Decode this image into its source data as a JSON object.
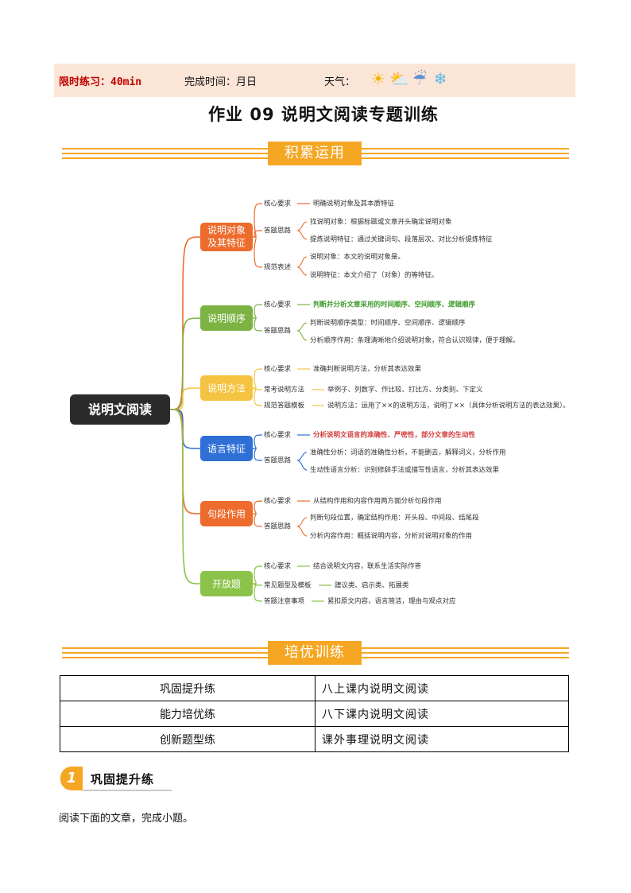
{
  "header": {
    "limit_text": "限时练习：40min",
    "done_text": "完成时间：月日",
    "weather_text": "天气：",
    "weather_icons": [
      "sun-icon",
      "sun-cloud-icon",
      "rain-cloud-icon",
      "snowflake-icon"
    ]
  },
  "title": "作业 09 说明文阅读专题训练",
  "section_accumulate": "积累运用",
  "section_training": "培优训练",
  "mindmap": {
    "root": "说明文阅读",
    "branches": [
      {
        "label": "说明对象\n及其特征",
        "color": "#ec6b2d",
        "items": [
          {
            "key": "核心要求",
            "leaves": [
              "明确说明对象及其本质特征"
            ]
          },
          {
            "key": "答题思路",
            "leaves": [
              "找说明对象：根据标题或文章开头确定说明对象",
              "提炼说明特征：通过关键词句、段落层次、对比分析提炼特征"
            ]
          },
          {
            "key": "规范表述",
            "leaves": [
              "说明对象：本文的说明对象是。",
              "说明特征：本文介绍了（对象）的等特征。"
            ]
          }
        ]
      },
      {
        "label": "说明顺序",
        "color": "#7cb342",
        "items": [
          {
            "key": "核心要求",
            "leaves": [
              "判断并分析文章采用的时间顺序、空间顺序、逻辑顺序"
            ]
          },
          {
            "key": "答题思路",
            "leaves": [
              "判断说明顺序类型：时间顺序、空间顺序、逻辑顺序",
              "分析顺序作用：条理清晰地介绍说明对象，符合认识规律，便于理解。"
            ]
          }
        ]
      },
      {
        "label": "说明方法",
        "color": "#f5c342",
        "items": [
          {
            "key": "核心要求",
            "leaves": [
              "准确判断说明方法，分析其表达效果"
            ]
          },
          {
            "key": "常考说明方法",
            "leaves": [
              "举例子、列数字、作比较、打比方、分类别、下定义"
            ]
          },
          {
            "key": "规范答题模板",
            "leaves": [
              "说明方法：运用了××的说明方法，说明了××（具体分析说明方法的表达效果）。"
            ]
          }
        ]
      },
      {
        "label": "语言特征",
        "color": "#2f6fd6",
        "items": [
          {
            "key": "核心要求",
            "leaves": [
              "分析说明文语言的准确性、严密性，部分文章的生动性"
            ]
          },
          {
            "key": "答题思路",
            "leaves": [
              "准确性分析：词语的准确性分析，不能删去，解释词义，分析作用",
              "生动性语言分析：识别修辞手法或描写性语言，分析其表达效果"
            ]
          }
        ]
      },
      {
        "label": "句段作用",
        "color": "#ec6b2d",
        "items": [
          {
            "key": "核心要求",
            "leaves": [
              "从结构作用和内容作用两方面分析句段作用"
            ]
          },
          {
            "key": "答题思路",
            "leaves": [
              "判断句段位置，确定结构作用：开头段、中间段、结尾段",
              "分析内容作用：概括说明内容，分析对说明对象的作用"
            ]
          }
        ]
      },
      {
        "label": "开放题",
        "color": "#8bc34a",
        "items": [
          {
            "key": "核心要求",
            "leaves": [
              "结合说明文内容，联系生活实际作答"
            ]
          },
          {
            "key": "常见题型及模板",
            "leaves": [
              "建议类、启示类、拓展类"
            ]
          },
          {
            "key": "答题注意事项",
            "leaves": [
              "紧扣原文内容，语言简洁，理由与观点对应"
            ]
          }
        ]
      }
    ]
  },
  "table": {
    "rows": [
      [
        "巩固提升练",
        "八上课内说明文阅读"
      ],
      [
        "能力培优练",
        "八下课内说明文阅读"
      ],
      [
        "创新题型练",
        "课外事理说明文阅读"
      ]
    ]
  },
  "section1": {
    "num": "1",
    "label": "巩固提升练"
  },
  "instruction": "阅读下面的文章，完成小题。"
}
